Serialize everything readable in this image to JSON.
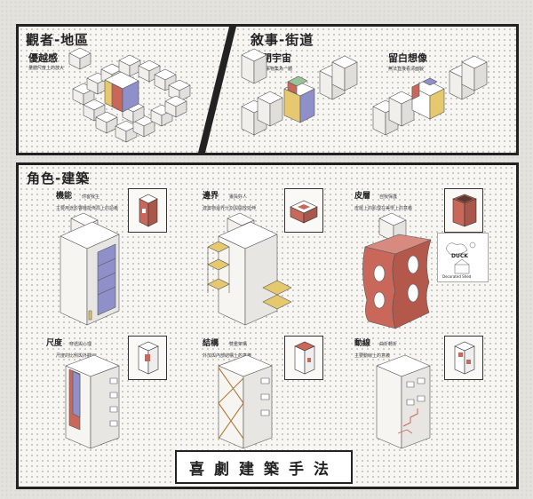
{
  "panels": {
    "observer": {
      "heading": "觀者-地區",
      "sub_title": "優越感",
      "sub_desc": "量體尺度上的放大"
    },
    "narrative": {
      "heading": "敘事-街道",
      "left_title": "封閉宇宙",
      "left_desc": "將周圍事物集為一體",
      "right_title": "留白想像",
      "right_desc": "無法直接看清面貌"
    },
    "character": {
      "heading": "角色-建築",
      "items": [
        {
          "title": "機能",
          "note": "你客我主",
          "desc": "主要用途影響機能佈局上的語義"
        },
        {
          "title": "邊界",
          "note": "畫員好人",
          "desc": "建築物邊界分割與開放延伸"
        },
        {
          "title": "皮層",
          "note": "自我保護",
          "desc": "皮層上的肌理在美學上的意義"
        },
        {
          "title": "尺度",
          "note": "穿透與心理",
          "desc": "尺度的比例與外觀元"
        },
        {
          "title": "結構",
          "note": "雙重架構",
          "desc": "外加與內部結構上的意義"
        },
        {
          "title": "動線",
          "note": "曲折轉折",
          "desc": "主要動線上的意義"
        }
      ],
      "sketch_word": "DUCK",
      "sketch_caption": "Decorated Shed"
    }
  },
  "main_title": "喜劇建築手法",
  "colors": {
    "ink": "#222222",
    "red": "#c8675a",
    "blue": "#8f90c9",
    "yellow": "#e6c96f",
    "green": "#9ac39a",
    "paper": "#f7f6f3"
  }
}
